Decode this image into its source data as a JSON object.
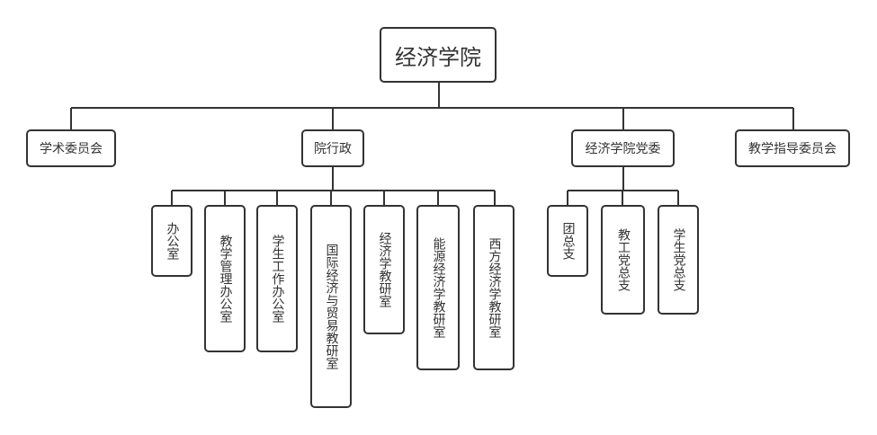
{
  "root": "经济学院",
  "level1": {
    "academic_committee": "学术委员会",
    "administration": "院行政",
    "party_committee": "经济学院党委",
    "teaching_committee": "教学指导委员会"
  },
  "administration_units": {
    "office": "办公室",
    "teaching_management_office": "教学管理办公室",
    "student_affairs_office": "学生工作办公室",
    "international_trade_section": "国际经济与贸易教研室",
    "economics_section": "经济学教研室",
    "energy_economics_section": "能源经济学教研室",
    "western_economics_section": "西方经济学教研室"
  },
  "party_units": {
    "league_branch": "团总支",
    "faculty_party_branch": "教工党总支",
    "student_party_branch": "学生党总支"
  }
}
